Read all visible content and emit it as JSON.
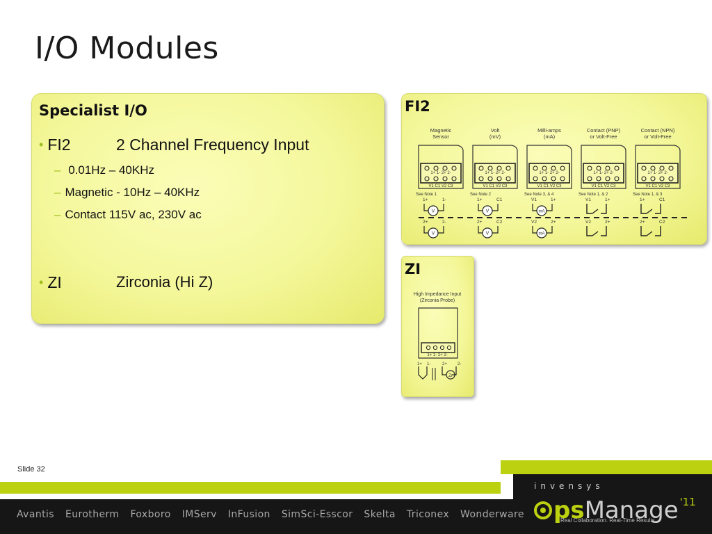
{
  "slide": {
    "title": "I/O Modules",
    "slide_number": "Slide 32"
  },
  "main_panel": {
    "heading": "Specialist I/O",
    "bullets": [
      {
        "code": "FI2",
        "description": "2 Channel Frequency Input",
        "subs": [
          "0.01Hz – 40KHz",
          "Magnetic - 10Hz – 40KHz",
          "Contact 115V ac, 230V ac"
        ]
      },
      {
        "code": "ZI",
        "description": "Zirconia (Hi Z)",
        "subs": []
      }
    ]
  },
  "fi2_panel": {
    "label": "FI2",
    "columns": [
      {
        "title_line1": "Magnetic",
        "title_line2": "Sensor",
        "note": "See Note 1",
        "top_terms": [
          "1+",
          "1-"
        ],
        "bottom_terms": [
          "2+",
          "2-"
        ],
        "symbol": "V"
      },
      {
        "title_line1": "Volt",
        "title_line2": "(mV)",
        "note": "See Note 2",
        "top_terms": [
          "1+",
          "C1"
        ],
        "bottom_terms": [
          "2+",
          "C2"
        ],
        "symbol": "V"
      },
      {
        "title_line1": "Milli-amps",
        "title_line2": "(mA)",
        "note": "See Note 3, & 4",
        "top_terms": [
          "V1",
          "1+"
        ],
        "bottom_terms": [
          "V2",
          "2+"
        ],
        "symbol": "mA"
      },
      {
        "title_line1": "Contact (PNP)",
        "title_line2": "or Volt-Free",
        "note": "See Note 1, & 2",
        "top_terms": [
          "V1",
          "1+"
        ],
        "bottom_terms": [
          "V2",
          "2+"
        ],
        "symbol": "switch"
      },
      {
        "title_line1": "Contact (NPN)",
        "title_line2": "or Volt-Free",
        "note": "See Note 1, & 3",
        "top_terms": [
          "1+",
          "C1"
        ],
        "bottom_terms": [
          "2+",
          "C2"
        ],
        "symbol": "switch"
      }
    ],
    "terminal_top": "1+  1-  2+  2-",
    "terminal_bottom": "V1 C1 V2 C3"
  },
  "zi_panel": {
    "label": "ZI",
    "title_line1": "High Impedance Input",
    "title_line2": "(Zirconia Probe)",
    "terminal": "1+  1-  2+  2-",
    "left_terms": [
      "1+",
      "1-"
    ],
    "right_terms": [
      "2+",
      "2-"
    ],
    "symbol": "Zr"
  },
  "footer": {
    "nav": [
      "Avantis",
      "Eurotherm",
      "Foxboro",
      "IMServ",
      "InFusion",
      "SimSci-Esscor",
      "Skelta",
      "Triconex",
      "Wonderware"
    ],
    "brand_small": "invensys",
    "logo_ps": "ps",
    "logo_manage": "Manage",
    "logo_year": "'11",
    "tagline": "Real Collaboration. Real-Time Results."
  },
  "colors": {
    "accent": "#bcd10f",
    "panel": "#f4f79a",
    "footer": "#161616"
  }
}
